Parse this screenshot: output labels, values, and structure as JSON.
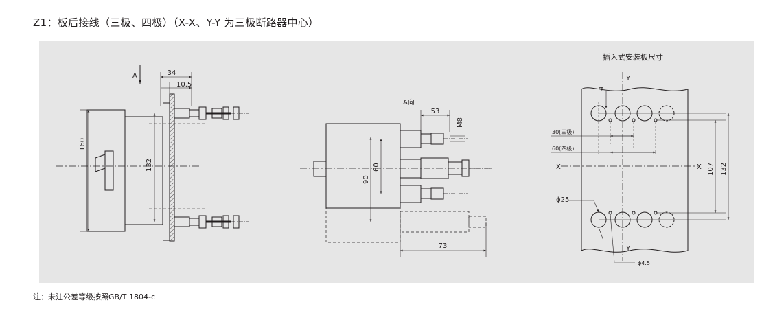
{
  "title": "Z1：板后接线（三极、四极）（X-X、Y-Y 为三极断路器中心）",
  "note": "注：未注公差等级按照GB/T 1804-c",
  "side_view": {
    "view_arrow": "A",
    "dim_34": "34",
    "dim_10_5": "10.5",
    "dim_160": "160",
    "dim_132": "132"
  },
  "direction_view": {
    "label": "A向",
    "dim_53": "53",
    "dim_m8": "M8",
    "dim_90": "90",
    "dim_60": "60",
    "dim_73": "73"
  },
  "mounting_view": {
    "label": "插入式安装板尺寸",
    "axis_y": "Y",
    "axis_x": "X",
    "dim_4": "4",
    "dim_30": "30(三极)",
    "dim_60": "60(四极)",
    "dim_phi25": "ϕ25",
    "dim_phi4_5": "ϕ4.5",
    "dim_107": "107",
    "dim_132": "132"
  },
  "colors": {
    "panel_bg": "#e6e6e6",
    "line": "#231f20"
  }
}
